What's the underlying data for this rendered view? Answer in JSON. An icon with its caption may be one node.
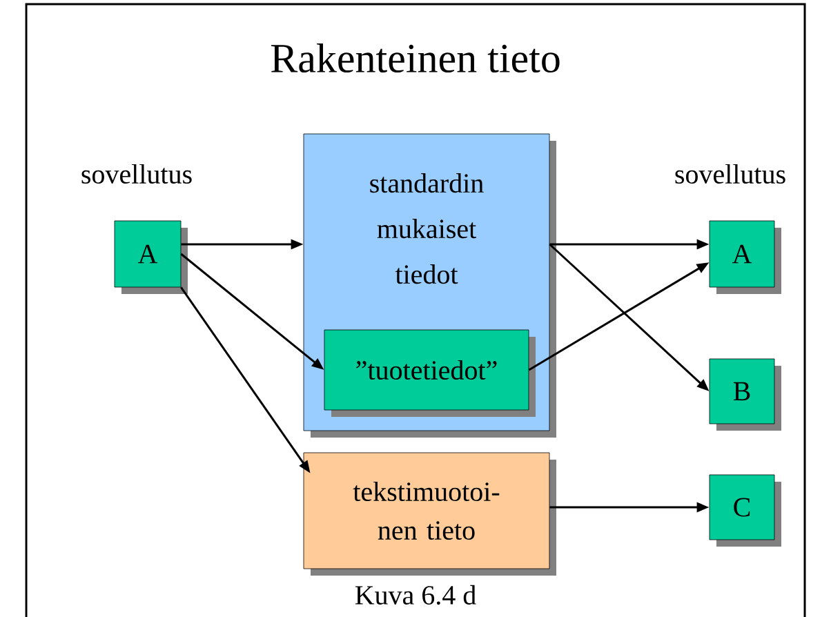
{
  "diagram": {
    "title": "Rakenteinen tieto",
    "caption": "Kuva 6.4 d",
    "nodes": [
      {
        "text": [
          "A"
        ]
      },
      {
        "text": [
          "standardin mukaiset tiedot"
        ]
      },
      {
        "text": [
          "”tuotetiedot”"
        ],
        "in": 1
      },
      {
        "text": [
          "tekstimuotoi-nen tieto"
        ]
      },
      {
        "text": [
          "A"
        ]
      },
      {
        "text": [
          "B"
        ]
      },
      {
        "text": [
          "C"
        ]
      }
    ],
    "edges": [
      {
        "from": 0,
        "to": 1,
        "arrow": "to"
      },
      {
        "from": 0,
        "to": 2,
        "arrow": "to"
      },
      {
        "from": 0,
        "to": 3,
        "arrow": "to"
      },
      {
        "from": 1,
        "to": 4,
        "arrow": "to"
      },
      {
        "from": 1,
        "to": 5,
        "arrow": "to"
      },
      {
        "from": 2,
        "to": 4,
        "arrow": "to"
      },
      {
        "from": 3,
        "to": 6,
        "arrow": "to"
      }
    ],
    "labels": [
      "sovellutus",
      "sovellutus"
    ]
  }
}
